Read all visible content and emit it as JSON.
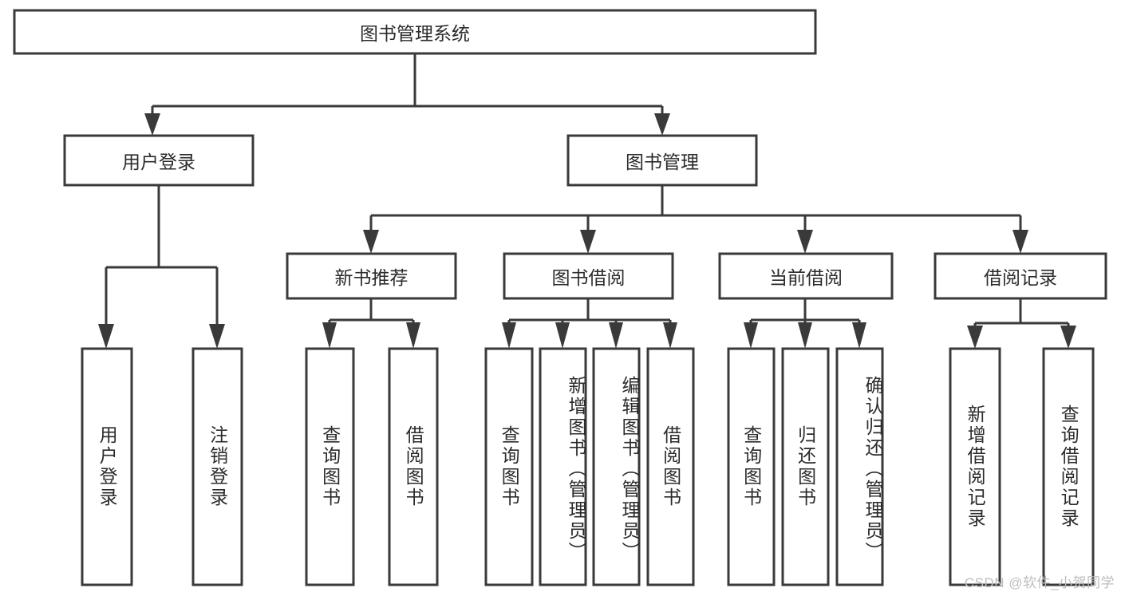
{
  "diagram": {
    "title": "图书管理系统",
    "type": "tree-hierarchy-chart",
    "watermark": "CSDN @软件_小贺同学",
    "colors": {
      "stroke": "#3a3a3a",
      "box_fill": "#ffffff",
      "text": "#2b2b2b",
      "background": "#ffffff",
      "watermark": "#bdbdbd"
    },
    "root": {
      "label": "图书管理系统"
    },
    "level2": [
      {
        "label": "用户登录"
      },
      {
        "label": "图书管理"
      }
    ],
    "level3": [
      {
        "label": "新书推荐"
      },
      {
        "label": "图书借阅"
      },
      {
        "label": "当前借阅"
      },
      {
        "label": "借阅记录"
      }
    ],
    "leaves": {
      "user_login": [
        {
          "label": "用户登录"
        },
        {
          "label": "注销登录"
        }
      ],
      "new_book_recommend": [
        {
          "label": "查询图书"
        },
        {
          "label": "借阅图书"
        }
      ],
      "book_borrow": [
        {
          "label": "查询图书"
        },
        {
          "label": "新增图书（管理员）"
        },
        {
          "label": "编辑图书（管理员）"
        },
        {
          "label": "借阅图书"
        }
      ],
      "current_borrow": [
        {
          "label": "查询图书"
        },
        {
          "label": "归还图书"
        },
        {
          "label": "确认归还（管理员）"
        }
      ],
      "borrow_record": [
        {
          "label": "新增借阅记录"
        },
        {
          "label": "查询借阅记录"
        }
      ]
    }
  }
}
